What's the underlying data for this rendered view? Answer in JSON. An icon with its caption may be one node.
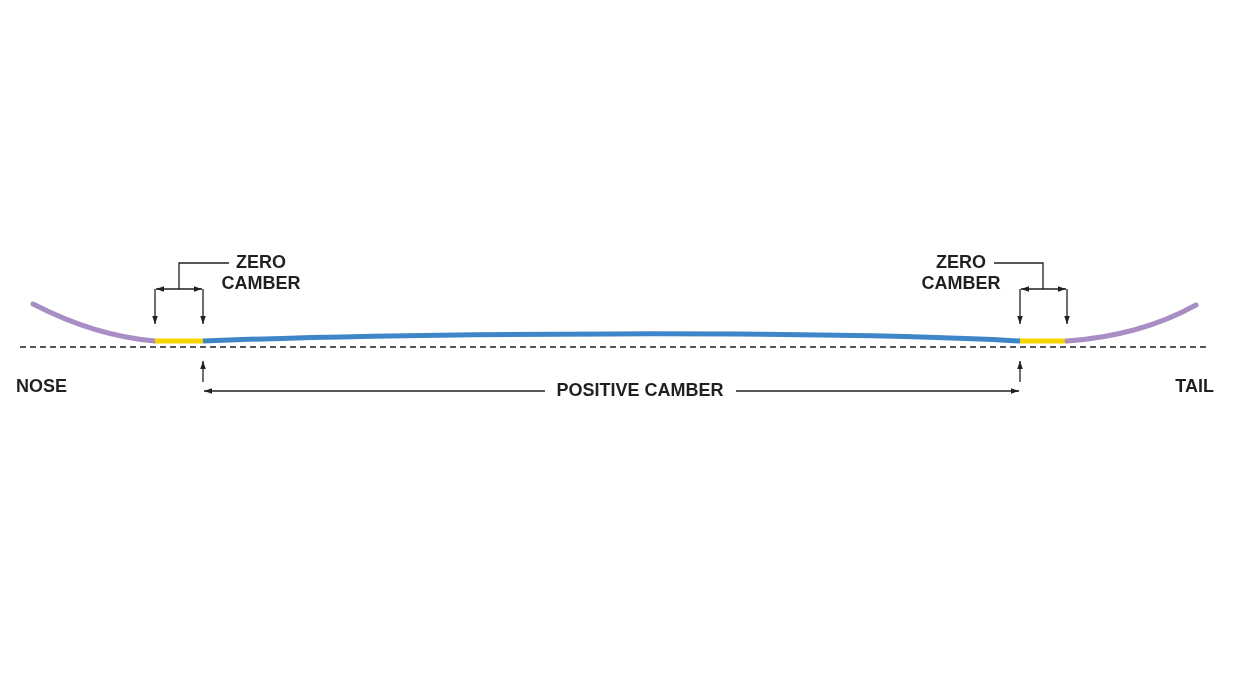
{
  "diagram": {
    "labels": [
      "ZERO CAMBER",
      "ZERO CAMBER",
      "NOSE",
      "POSITIVE CAMBER",
      "TAIL"
    ]
  }
}
